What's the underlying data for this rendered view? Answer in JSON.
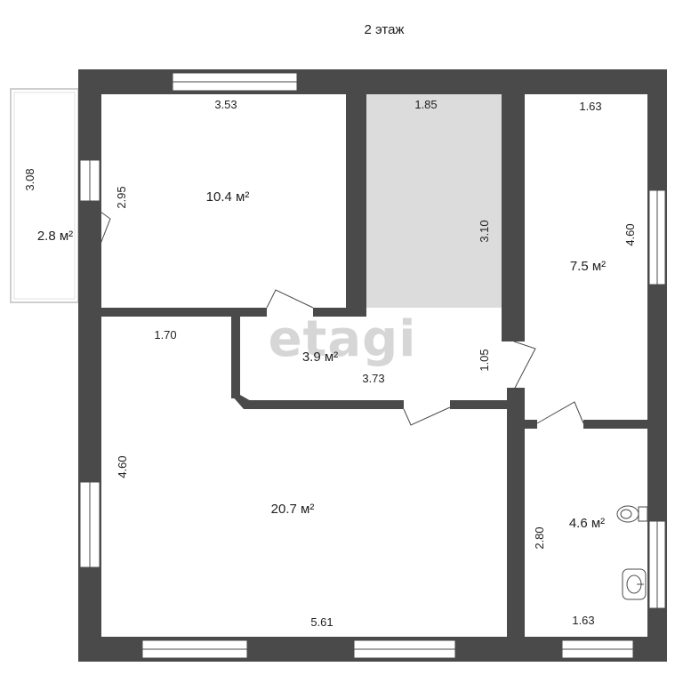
{
  "floor_title": "2 этаж",
  "watermark": "etagi",
  "rooms": {
    "balcony": {
      "area": "2.8 м²",
      "dim_vertical": "3.08"
    },
    "bedroom_top_left": {
      "area": "10.4 м²",
      "dim_width": "3.53",
      "dim_height": "2.95"
    },
    "storage": {
      "dim_width": "1.85",
      "dim_height": "3.10"
    },
    "bedroom_right": {
      "area": "7.5 м²",
      "dim_width": "1.63",
      "dim_height": "4.60"
    },
    "hallway": {
      "area": "3.9 м²",
      "dim_width_top": "1.70",
      "dim_width": "3.73",
      "dim_height": "1.05"
    },
    "living_room": {
      "area": "20.7 м²",
      "dim_width": "5.61",
      "dim_height": "4.60"
    },
    "bathroom": {
      "area": "4.6 м²",
      "dim_width": "1.63",
      "dim_height": "2.80"
    }
  },
  "colors": {
    "wall": "#4a4a4a",
    "storage_fill": "#dcdcdc",
    "balcony_outline": "#cfcfcf",
    "watermark": "#d6d6d6"
  }
}
